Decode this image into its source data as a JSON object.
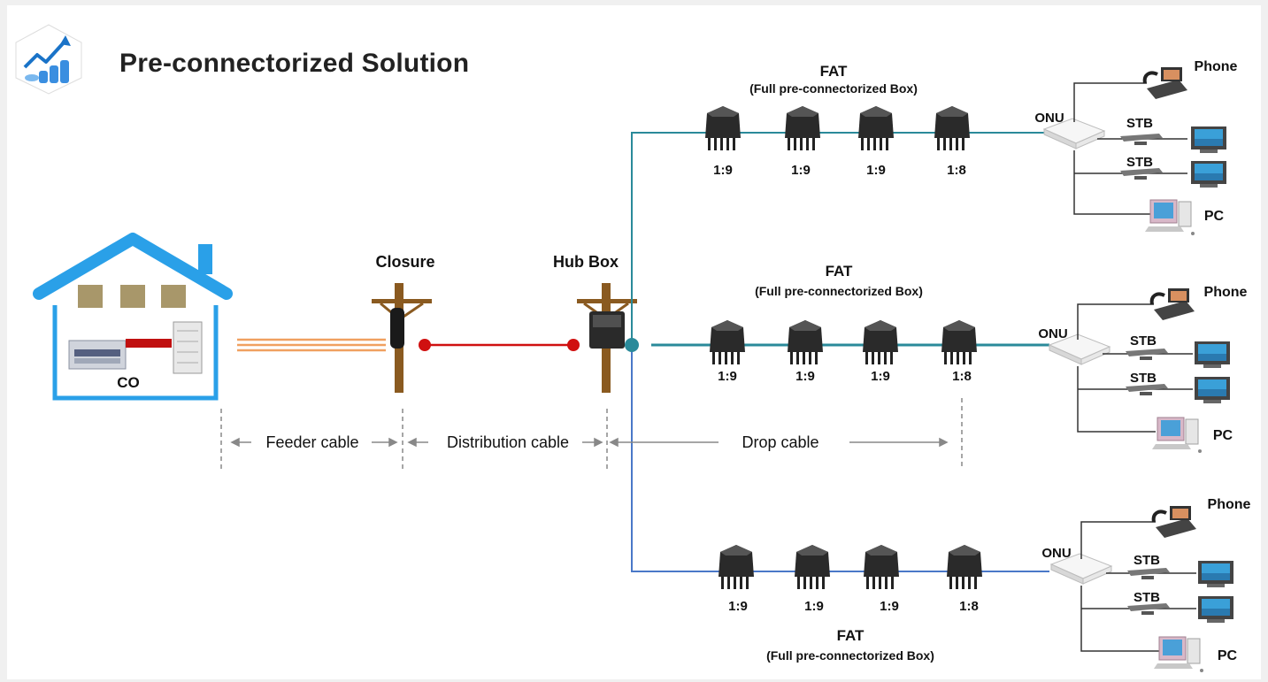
{
  "title": "Pre-connectorized Solution",
  "co_label": "CO",
  "closure_label": "Closure",
  "hubbox_label": "Hub Box",
  "segments": {
    "feeder": "Feeder cable",
    "distribution": "Distribution cable",
    "drop": "Drop cable"
  },
  "branches": [
    {
      "fat_title": "FAT",
      "fat_subtitle": "(Full pre-connectorized Box)",
      "ratios": [
        "1:9",
        "1:9",
        "1:9",
        "1:8"
      ],
      "onu": "ONU",
      "phone": "Phone",
      "stb1": "STB",
      "stb2": "STB",
      "pc": "PC"
    },
    {
      "fat_title": "FAT",
      "fat_subtitle": "(Full pre-connectorized Box)",
      "ratios": [
        "1:9",
        "1:9",
        "1:9",
        "1:8"
      ],
      "onu": "ONU",
      "phone": "Phone",
      "stb1": "STB",
      "stb2": "STB",
      "pc": "PC"
    },
    {
      "fat_title": "FAT",
      "fat_subtitle": "(Full pre-connectorized Box)",
      "ratios": [
        "1:9",
        "1:9",
        "1:9",
        "1:8"
      ],
      "onu": "ONU",
      "phone": "Phone",
      "stb1": "STB",
      "stb2": "STB",
      "pc": "PC"
    }
  ],
  "colors": {
    "house": "#2aa0e8",
    "feeder_cable": "#f0a060",
    "distribution_cable": "#d01010",
    "drop_cable_teal": "#2a8a9a",
    "drop_cable_blue": "#4a78c8",
    "pole": "#8a5a20"
  }
}
